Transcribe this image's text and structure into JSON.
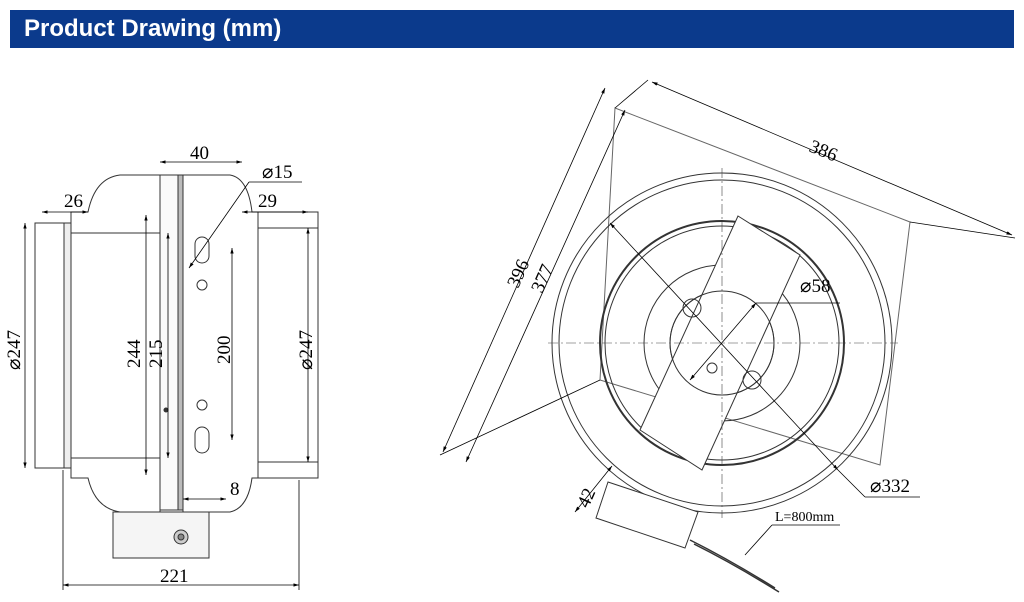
{
  "header": {
    "title": "Product Drawing (mm)"
  },
  "side_view": {
    "dim_top_left": "26",
    "dim_flange": "40",
    "dim_hole": "⌀15",
    "dim_top_right": "29",
    "dim_inlet_dia": "⌀247",
    "dim_outlet_dia": "⌀247",
    "dim_body_h1": "244",
    "dim_body_h2": "215",
    "dim_holes_pitch": "200",
    "dim_bottom_small": "8",
    "dim_total_len": "221"
  },
  "front_view": {
    "dim_diag": "386",
    "dim_height_outer": "396",
    "dim_height_inner": "377",
    "dim_hub": "⌀58",
    "dim_impeller": "⌀332",
    "dim_box": "42",
    "cable_length": "L=800mm"
  }
}
